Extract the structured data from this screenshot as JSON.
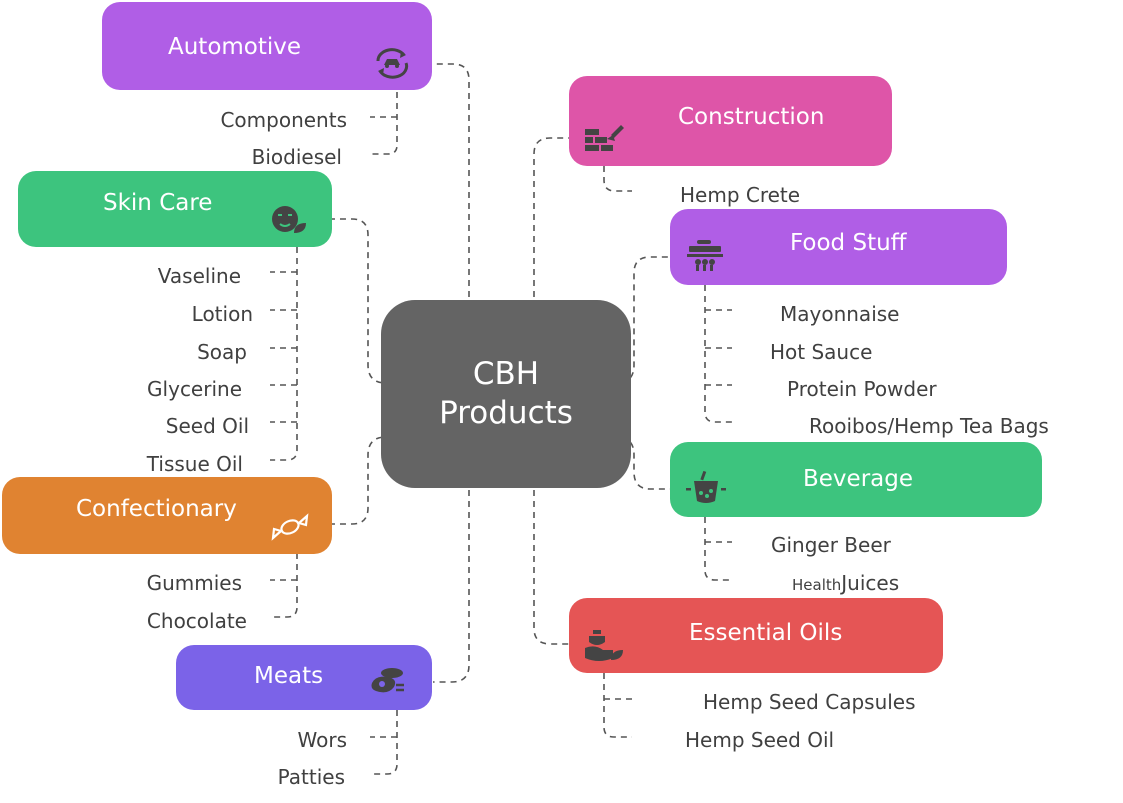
{
  "center": {
    "line1": "CBH",
    "line2": "Products"
  },
  "colors": {
    "center": "#646464",
    "purple": "#B05EE6",
    "green": "#3DC47E",
    "orange": "#E08331",
    "violet": "#7B63E8",
    "magenta": "#DE55A8",
    "red": "#E55555",
    "connector": "#555555"
  },
  "nodes": {
    "automotive": {
      "label": "Automotive",
      "icon": "car-recycle-icon",
      "items": [
        "Components",
        "Biodiesel"
      ]
    },
    "skin_care": {
      "label": "Skin Care",
      "icon": "face-leaf-icon",
      "items": [
        "Vaseline",
        "Lotion",
        "Soap",
        "Glycerine",
        "Seed Oil",
        "Tissue Oil"
      ]
    },
    "confectionary": {
      "label": "Confectionary",
      "icon": "candy-icon",
      "items": [
        "Gummies",
        "Chocolate"
      ]
    },
    "meats": {
      "label": "Meats",
      "icon": "meat-icon",
      "items": [
        "Wors",
        "Patties"
      ]
    },
    "construction": {
      "label": "Construction",
      "icon": "brick-trowel-icon",
      "items": [
        "Hemp Crete"
      ]
    },
    "food_stuff": {
      "label": "Food Stuff",
      "icon": "cooking-pot-icon",
      "items": [
        "Mayonnaise",
        "Hot Sauce",
        "Protein Powder",
        "Rooibos/Hemp Tea Bags"
      ]
    },
    "beverage": {
      "label": "Beverage",
      "icon": "bubble-tea-icon",
      "items": [
        "Ginger Beer"
      ],
      "health_prefix": "Health",
      "health_item": "Juices"
    },
    "essential_oils": {
      "label": "Essential Oils",
      "icon": "oil-hand-icon",
      "items": [
        "Hemp Seed Capsules",
        "Hemp Seed Oil"
      ]
    }
  }
}
